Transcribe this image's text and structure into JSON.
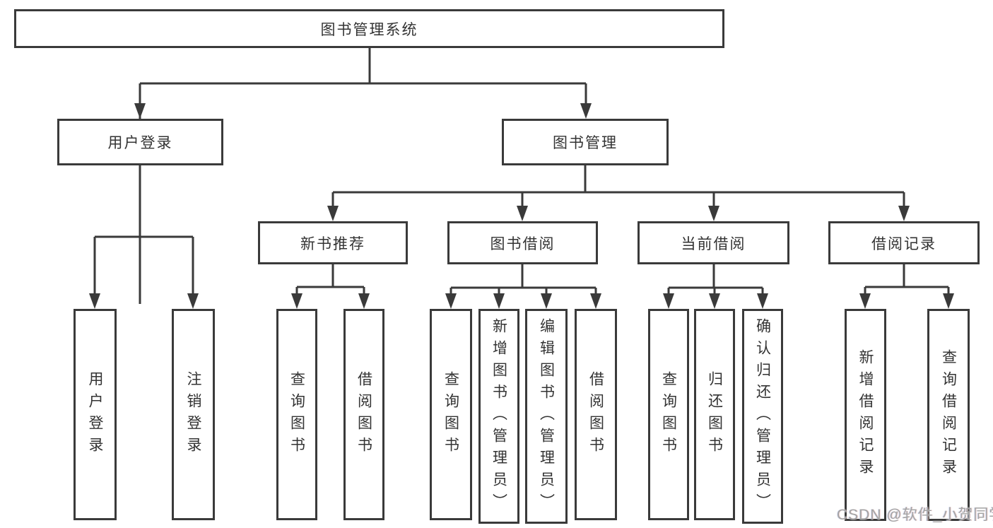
{
  "colors": {
    "line": "#3a3a3a",
    "text": "#333333",
    "background": "#ffffff",
    "watermark_gray": "#a3a3a3"
  },
  "tree": {
    "root": {
      "label": "图书管理系统"
    },
    "branches": [
      {
        "label": "用户登录",
        "children": [
          {
            "label": "用户登录"
          },
          {
            "label": "注销登录"
          }
        ]
      },
      {
        "label": "图书管理",
        "children": [
          {
            "label": "新书推荐",
            "children": [
              {
                "label": "查询图书"
              },
              {
                "label": "借阅图书"
              }
            ]
          },
          {
            "label": "图书借阅",
            "children": [
              {
                "label": "查询图书"
              },
              {
                "label": "新增图书（管理员）"
              },
              {
                "label": "编辑图书（管理员）"
              },
              {
                "label": "借阅图书"
              }
            ]
          },
          {
            "label": "当前借阅",
            "children": [
              {
                "label": "查询图书"
              },
              {
                "label": "归还图书"
              },
              {
                "label": "确认归还（管理员）"
              }
            ]
          },
          {
            "label": "借阅记录",
            "children": [
              {
                "label": "新增借阅记录"
              },
              {
                "label": "查询借阅记录"
              }
            ]
          }
        ]
      }
    ]
  },
  "watermark": "CSDN @软件_小贺同学"
}
